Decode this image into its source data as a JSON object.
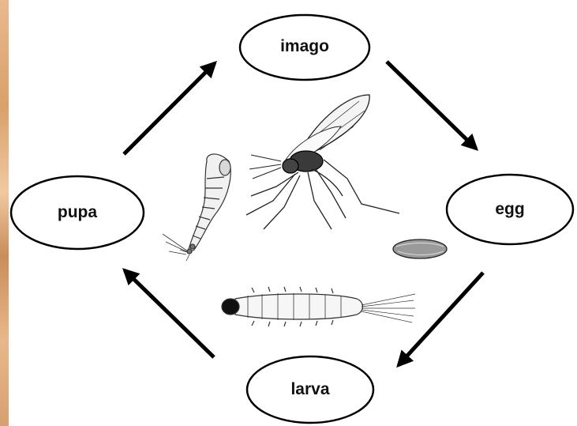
{
  "diagram": {
    "stages": {
      "imago": "imago",
      "egg": "egg",
      "larva": "larva",
      "pupa": "pupa"
    }
  },
  "colors": {
    "stroke": "#000000",
    "background": "#ffffff",
    "accent_edge": "#d9a06a"
  }
}
